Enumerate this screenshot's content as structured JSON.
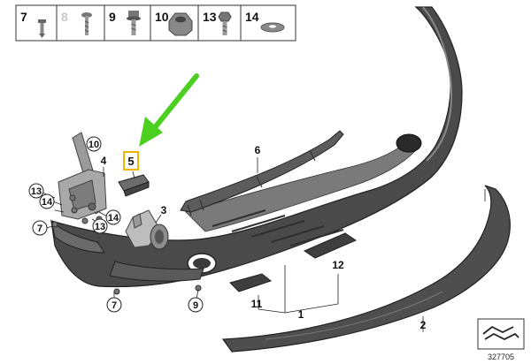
{
  "legend": {
    "items": [
      {
        "number": "7",
        "icon": "push-rivet-icon",
        "dimmed": false
      },
      {
        "number": "8",
        "icon": "screw-icon",
        "dimmed": true
      },
      {
        "number": "9",
        "icon": "flange-bolt-icon",
        "dimmed": false
      },
      {
        "number": "10",
        "icon": "hex-nut-icon",
        "dimmed": false
      },
      {
        "number": "13",
        "icon": "hex-bolt-icon",
        "dimmed": false
      },
      {
        "number": "14",
        "icon": "washer-icon",
        "dimmed": false
      }
    ]
  },
  "callouts": {
    "c1": "1",
    "c2": "2",
    "c3": "3",
    "c4": "4",
    "c5": "5",
    "c6": "6",
    "c7a": "7",
    "c7b": "7",
    "c9": "9",
    "c10": "10",
    "c11": "11",
    "c12": "12",
    "c13a": "13",
    "c13b": "13",
    "c14a": "14",
    "c14b": "14"
  },
  "highlight": {
    "part": "5",
    "color": "#f2b600",
    "arrow_color": "#4cd020"
  },
  "reference": {
    "diagram_number": "327705"
  }
}
